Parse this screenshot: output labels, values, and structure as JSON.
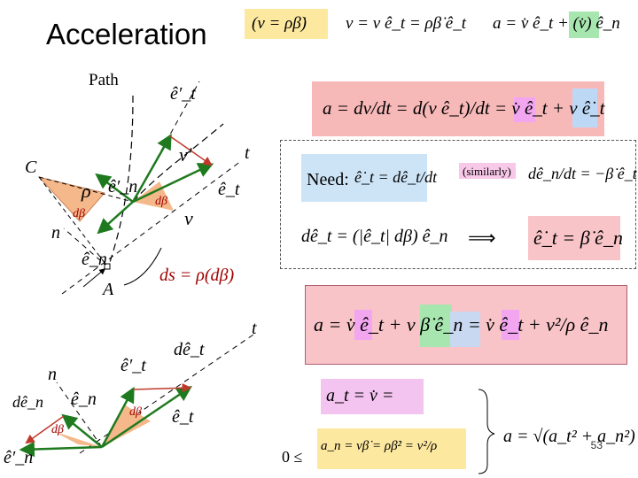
{
  "title": "Acceleration",
  "top_formulas": {
    "velocity_def": "(v = ρβ̇)",
    "velocity": "v = v ê_t = ρβ̇ ê_t",
    "accel_short": "a = v̇ ê_t + (v̇) ê_n"
  },
  "diagram_upper": {
    "path_label": "Path",
    "c_label": "C",
    "rho_label": "ρ",
    "dbeta_left": "dβ",
    "dbeta_mid": "dβ",
    "n_label": "n",
    "t_label": "t",
    "A_label": "A",
    "et_prime": "ê′_t",
    "en_prime": "ê′_n",
    "et": "ê_t",
    "en": "ê_n",
    "v_prime": "v′",
    "v": "v",
    "ds_eq": "ds = ρ(dβ)"
  },
  "diagram_lower": {
    "t_label": "t",
    "n_label": "n",
    "et_prime": "ê′_t",
    "det": "dê_t",
    "den": "dê_n",
    "en": "ê_n",
    "dbeta_mid": "dβ",
    "dbeta_left": "dβ",
    "et": "ê_t",
    "en_prime": "ê′_n"
  },
  "accel_box": {
    "text": "a = dv/dt = d(v ê_t)/dt = v̇ ê_t + v ê̇_t"
  },
  "need_box": {
    "need": "Need:",
    "need_eq": "ê̇_t = dê_t/dt",
    "similarly": "(similarly)",
    "sim_eq": "dê_n/dt = −β̇ ê_t",
    "det_eq": "dê_t = (|ê_t| dβ) ê_n",
    "result": "ê̇_t = β̇ ê_n"
  },
  "final_box": {
    "text": "a = v̇ ê_t + v β̇ ê_n = v̇ ê_t + v²/ρ ê_n"
  },
  "components": {
    "at": "a_t = v̇ = ",
    "an": "a_n = vβ̇ = ρβ̇² = v²/ρ",
    "zero_le": "0 ≤",
    "magnitude": "a = √(a_t² + a_n²)"
  },
  "slide_number": "53",
  "colors": {
    "yellow": "#fde8a0",
    "pink": "#f7b8b8",
    "green_arrow": "#1f7a1f",
    "red_arrow": "#c0392b",
    "wedge": "#f5b88a",
    "highlight_green": "#a8e6b0",
    "highlight_blue": "#bcd8f5",
    "highlight_magenta": "#f3a6f0"
  }
}
